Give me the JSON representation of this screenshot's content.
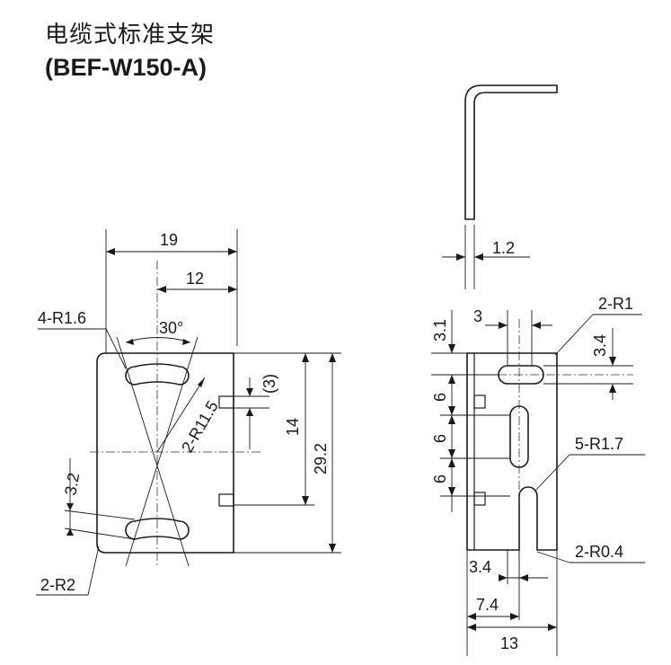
{
  "title": {
    "chinese": "电缆式标准支架",
    "model": "(BEF-W150-A)"
  },
  "front_view": {
    "dims": {
      "width_19": "19",
      "offset_12": "12",
      "radius_4r16": "4-R1.6",
      "angle_30": "30°",
      "paren_3": "(3)",
      "radius_2r115": "2-R11.5",
      "height_14": "14",
      "height_292": "29.2",
      "slot_32": "3.2",
      "radius_2r2": "2-R2"
    }
  },
  "side_view": {
    "dims": {
      "thickness_12": "1.2"
    }
  },
  "rear_view": {
    "dims": {
      "top_31": "3.1",
      "slot_3": "3",
      "radius_2r1": "2-R1",
      "offset_34_right": "3.4",
      "pitch_6_a": "6",
      "pitch_6_b": "6",
      "pitch_6_c": "6",
      "radius_5r17": "5-R1.7",
      "radius_2r04": "2-R0.4",
      "offset_34_bottom": "3.4",
      "offset_74": "7.4",
      "width_13": "13"
    }
  }
}
